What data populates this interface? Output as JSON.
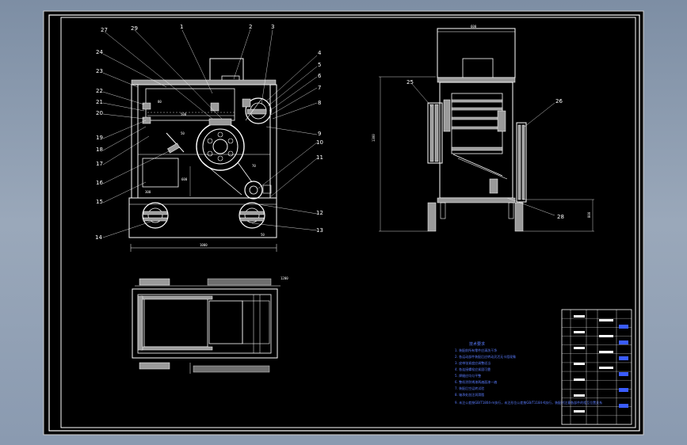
{
  "part_labels": [
    "1",
    "2",
    "3",
    "4",
    "5",
    "6",
    "7",
    "8",
    "9",
    "10",
    "11",
    "12",
    "13",
    "14",
    "15",
    "16",
    "17",
    "18",
    "19",
    "20",
    "21",
    "22",
    "23",
    "24",
    "27",
    "29"
  ],
  "side_labels": [
    "25",
    "26",
    "28"
  ],
  "dimensions": {
    "front_width": "1000",
    "front_left_height": "600",
    "front_mid_height": "300",
    "front_upper": "80",
    "front_shaft": "500",
    "front_small": "70",
    "front_small2": "50",
    "front_short": "50",
    "side_top_width": "600",
    "side_height": "1300",
    "side_right": "800",
    "plan_len": "1200"
  },
  "notes": {
    "heading": "技术要求",
    "lines": [
      "1. 装配前所有零件应清洗干净",
      "2. 各运动部件装配后应转动灵活无卡阻现象",
      "3. 皮带张紧度应调整适当",
      "4. 各连接螺栓应紧固可靠",
      "5. 焊缝应均匀平整",
      "6. 整机涂防锈漆两遍面漆一遍",
      "7. 装配后空运转试验",
      "8. 轴承处加注润滑脂",
      "9. 未注公差按GB/T1804-m执行，未注形位公差按GB/T1184-K执行，装配时注意各部件的相互位置关系"
    ]
  },
  "title_block": {
    "rows": 13
  },
  "colors": {
    "sheet": "#000000",
    "line": "#ffffff",
    "part_fill": "#9a9a9a",
    "note_text": "#5a7cff",
    "background": "#8a9ab0"
  }
}
